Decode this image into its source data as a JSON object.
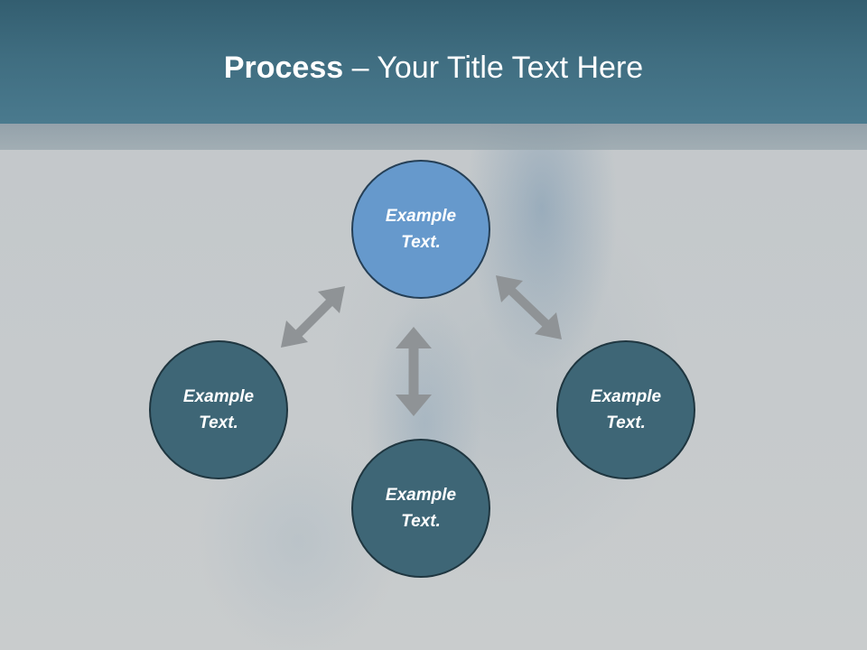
{
  "title": {
    "bold": "Process",
    "rest": " – Your Title Text Here"
  },
  "nodes": [
    {
      "id": "top",
      "label": "Example Text.",
      "highlighted": true
    },
    {
      "id": "left",
      "label": "Example Text.",
      "highlighted": false
    },
    {
      "id": "bottom",
      "label": "Example Text.",
      "highlighted": false
    },
    {
      "id": "right",
      "label": "Example Text.",
      "highlighted": false
    }
  ],
  "colors": {
    "title_bar": "#3f6d80",
    "node_fill": "#3e6676",
    "node_highlight_fill": "#6699cc",
    "arrow": "#8f9396",
    "background": "#c4c8ca"
  }
}
